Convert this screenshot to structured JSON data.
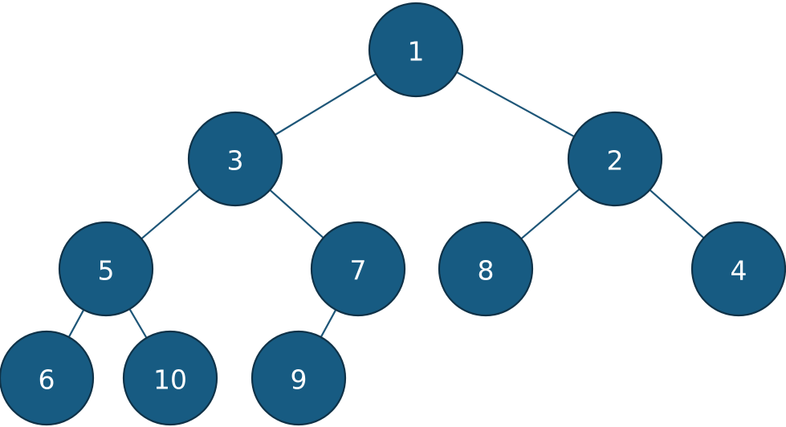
{
  "tree": {
    "nodes": [
      {
        "id": "n1",
        "label": "1"
      },
      {
        "id": "n3",
        "label": "3"
      },
      {
        "id": "n2",
        "label": "2"
      },
      {
        "id": "n5",
        "label": "5"
      },
      {
        "id": "n7",
        "label": "7"
      },
      {
        "id": "n8",
        "label": "8"
      },
      {
        "id": "n4",
        "label": "4"
      },
      {
        "id": "n6",
        "label": "6"
      },
      {
        "id": "n10",
        "label": "10"
      },
      {
        "id": "n9",
        "label": "9"
      }
    ],
    "edges": [
      {
        "from": "n1",
        "to": "n3"
      },
      {
        "from": "n1",
        "to": "n2"
      },
      {
        "from": "n3",
        "to": "n5"
      },
      {
        "from": "n3",
        "to": "n7"
      },
      {
        "from": "n2",
        "to": "n8"
      },
      {
        "from": "n2",
        "to": "n4"
      },
      {
        "from": "n5",
        "to": "n6"
      },
      {
        "from": "n5",
        "to": "n10"
      },
      {
        "from": "n7",
        "to": "n9"
      }
    ],
    "colors": {
      "node_fill": "#175b82",
      "node_stroke": "#0f3248",
      "edge": "#1e5678",
      "label": "#ffffff"
    }
  }
}
